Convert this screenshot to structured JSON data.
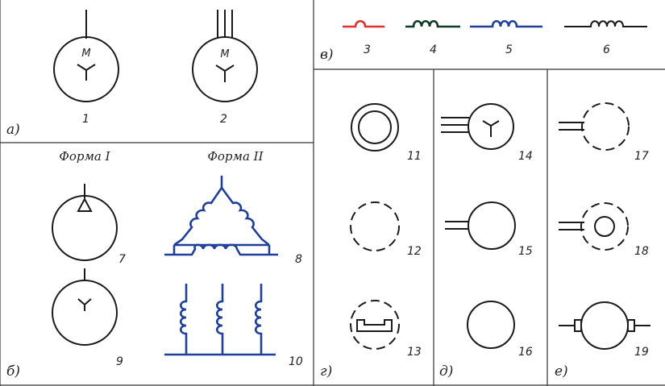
{
  "panels": {
    "a": {
      "letter": "а)",
      "items": [
        {
          "number": "1",
          "symbol_text": "М"
        },
        {
          "number": "2",
          "symbol_text": "М"
        }
      ]
    },
    "b": {
      "letter": "б)",
      "form1": "Форма I",
      "form2": "Форма II",
      "numbers": {
        "n7": "7",
        "n8": "8",
        "n9": "9",
        "n10": "10"
      }
    },
    "v": {
      "letter": "в)",
      "numbers": [
        "3",
        "4",
        "5",
        "6"
      ],
      "colors": {
        "n3": "#e03030",
        "n4": "#0f3b25",
        "n5": "#1f3f9a",
        "n6": "#1a1a1a"
      }
    },
    "g": {
      "letter": "г)",
      "numbers": [
        "11",
        "12",
        "13"
      ]
    },
    "d": {
      "letter": "д)",
      "numbers": [
        "14",
        "15",
        "16"
      ]
    },
    "e": {
      "letter": "е)",
      "numbers": [
        "17",
        "18",
        "19"
      ]
    }
  },
  "colors": {
    "winding_blue": "#1f3f9a",
    "ink": "#1a1a1a"
  }
}
